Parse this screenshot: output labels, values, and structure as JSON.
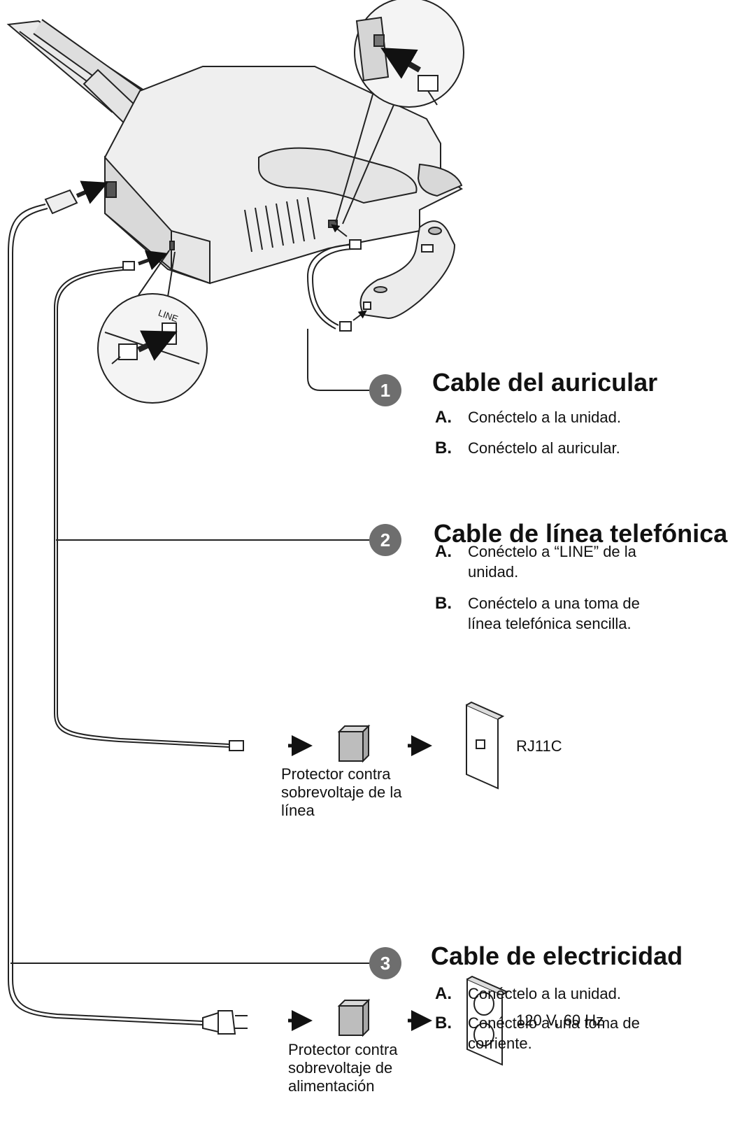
{
  "fax_illustration": {
    "line_port_label": "LINE"
  },
  "steps": [
    {
      "number": "1",
      "title": "Cable del auricular",
      "items": [
        {
          "key": "A.",
          "text": "Conéctelo a la unidad."
        },
        {
          "key": "B.",
          "text": "Conéctelo al auricular."
        }
      ]
    },
    {
      "number": "2",
      "title": "Cable de línea telefónica",
      "items": [
        {
          "key": "A.",
          "text": "Conéctelo a “LINE” de la unidad."
        },
        {
          "key": "B.",
          "text": "Conéctelo a una toma de línea telefónica sencilla."
        }
      ]
    },
    {
      "number": "3",
      "title": "Cable de electricidad",
      "items": [
        {
          "key": "A.",
          "text": "Conéctelo a la unidad."
        },
        {
          "key": "B.",
          "text": "Conéctelo a una toma de corriente."
        }
      ]
    }
  ],
  "line_protector": {
    "label": "Protector contra sobrevoltaje de la línea",
    "jack_label": "RJ11C"
  },
  "power_protector": {
    "label": "Protector contra sobrevoltaje de alimentación",
    "outlet_label": "120 V, 60 Hz"
  },
  "colors": {
    "badge": "#6e6e6e",
    "protector_fill": "#bdbdbd",
    "line": "#222222"
  }
}
